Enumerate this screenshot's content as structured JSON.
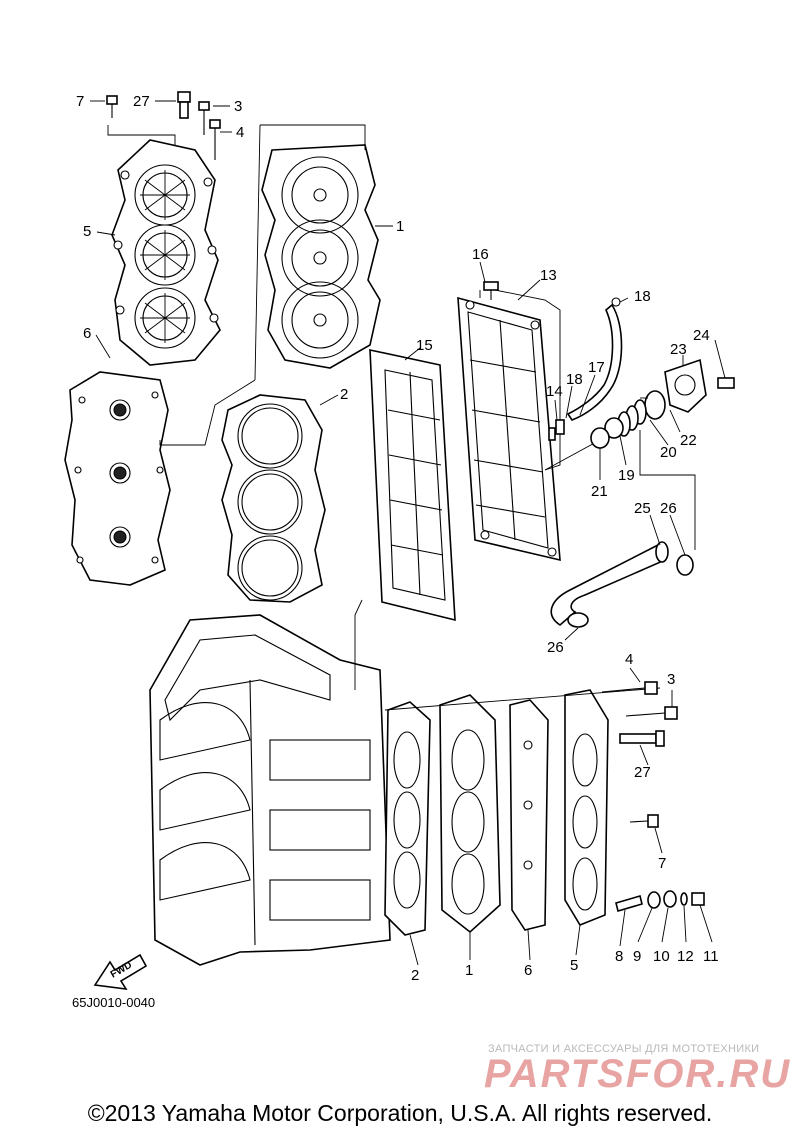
{
  "diagram_code": "65J0010-0040",
  "fwd_label": "FWD",
  "copyright": "©2013 Yamaha Motor Corporation, U.S.A. All rights reserved.",
  "watermark": {
    "tagline": "ЗАПЧАСТИ И АКСЕССУАРЫ ДЛЯ МОТОТЕХНИКИ",
    "logo": "PARTSFOR.RU"
  },
  "callouts": {
    "c7a": "7",
    "c27a": "27",
    "c3a": "3",
    "c4a": "4",
    "c5a": "5",
    "c1a": "1",
    "c6a": "6",
    "c2a": "2",
    "c15": "15",
    "c16": "16",
    "c13": "13",
    "c18a": "18",
    "c14": "14",
    "c18b": "18",
    "c17": "17",
    "c24": "24",
    "c23": "23",
    "c22": "22",
    "c20": "20",
    "c19": "19",
    "c21": "21",
    "c25": "25",
    "c26a": "26",
    "c26b": "26",
    "c4b": "4",
    "c3b": "3",
    "c27b": "27",
    "c7b": "7",
    "c2b": "2",
    "c1b": "1",
    "c6b": "6",
    "c5b": "5",
    "c8": "8",
    "c9": "9",
    "c10": "10",
    "c12": "12",
    "c11": "11"
  }
}
